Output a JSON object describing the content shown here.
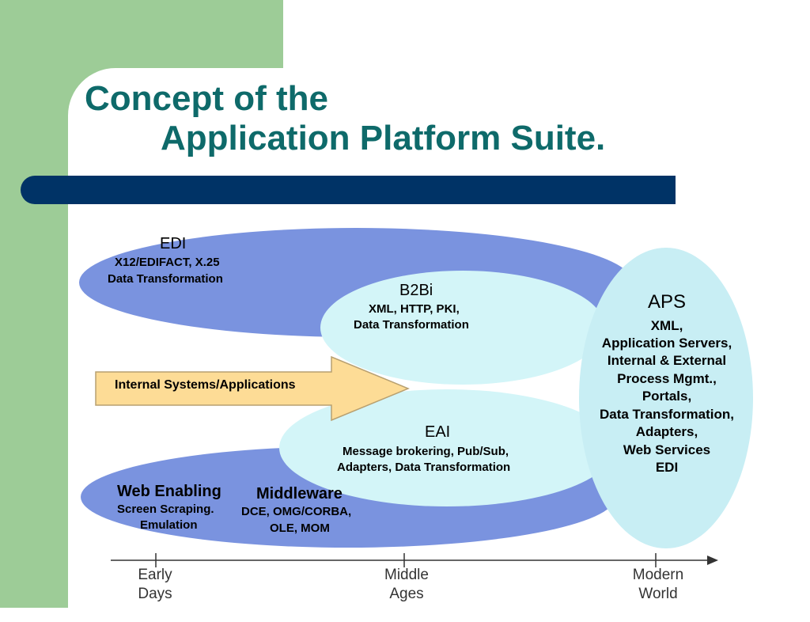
{
  "title": {
    "line1": "Concept of the",
    "line2": "Application Platform Suite."
  },
  "colors": {
    "green_band": "#9dcc97",
    "title_text": "#0e6a6a",
    "title_bar": "#003366",
    "dark_ellipse": "#7a93df",
    "light_ellipse": "#d3f5f8",
    "aps_ellipse": "#c8eef4",
    "arrow_fill": "#fddc96"
  },
  "diagram": {
    "edi": {
      "title": "EDI",
      "lines": [
        "X12/EDIFACT, X.25",
        "Data Transformation"
      ]
    },
    "b2bi": {
      "title": "B2Bi",
      "lines": [
        "XML, HTTP, PKI,",
        "Data Transformation"
      ]
    },
    "internal_arrow": {
      "label": "Internal Systems/Applications"
    },
    "eai": {
      "title": "EAI",
      "lines": [
        "Message brokering, Pub/Sub,",
        "Adapters, Data Transformation"
      ]
    },
    "web_enabling": {
      "title": "Web Enabling",
      "lines": [
        "Screen Scraping.",
        "Emulation"
      ]
    },
    "middleware": {
      "title": "Middleware",
      "lines": [
        "DCE, OMG/CORBA,",
        "OLE, MOM"
      ]
    },
    "aps": {
      "title": "APS",
      "lines": [
        "XML,",
        "Application Servers,",
        "Internal & External",
        "Process Mgmt.,",
        "Portals,",
        "Data Transformation,",
        "Adapters,",
        "Web Services",
        "EDI"
      ]
    },
    "timeline": [
      {
        "line1": "Early",
        "line2": "Days"
      },
      {
        "line1": "Middle",
        "line2": "Ages"
      },
      {
        "line1": "Modern",
        "line2": "World"
      }
    ]
  }
}
